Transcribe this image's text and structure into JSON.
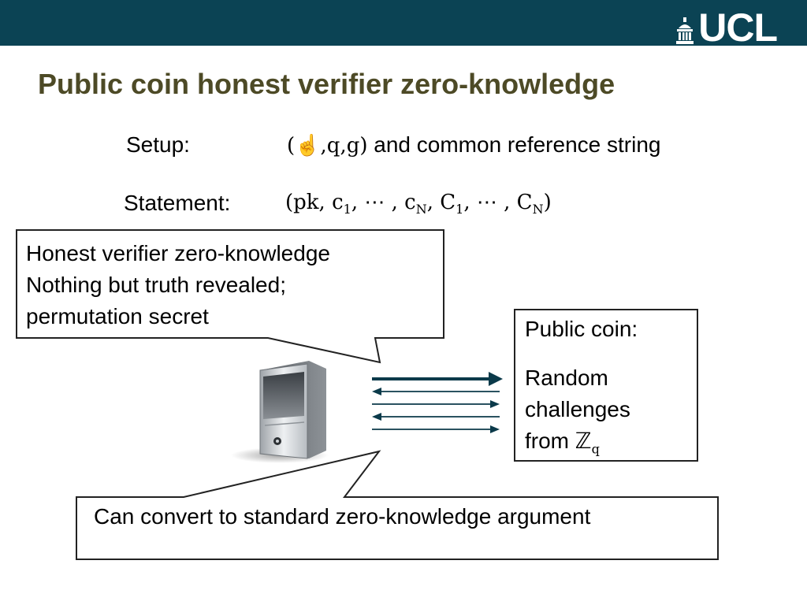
{
  "header": {
    "logo_text": "UCL",
    "logo_icon": "ucl-portico-icon"
  },
  "title": "Public coin honest verifier zero-knowledge",
  "setup": {
    "label": "Setup:",
    "math_open": "(",
    "group_symbol": "☝",
    "math_rest": ",q,g)",
    "text": " and common reference string"
  },
  "statement": {
    "label": "Statement:",
    "pk": "(pk, c",
    "sub1": "1",
    "mid1": ", ⋯ , c",
    "subN": "N",
    "mid2": ", C",
    "sub1b": "1",
    "mid3": ", ⋯ , C",
    "subNb": "N",
    "close": ")"
  },
  "hvzk_callout": {
    "line1": "Honest verifier zero-knowledge",
    "line2": "Nothing but truth revealed;",
    "line3": "permutation secret"
  },
  "public_coin": {
    "title": "Public coin:",
    "line1": "Random",
    "line2": "challenges",
    "line3_text": "from ",
    "line3_symbol": "ℤ",
    "line3_sub": "q"
  },
  "convert_callout": {
    "text": "Can convert to standard zero-knowledge argument"
  },
  "colors": {
    "header_bg": "#0b4354",
    "title": "#4d4a26",
    "arrows": "#0b3a4a"
  },
  "icons": [
    "server-computer-icon",
    "ucl-portico-icon"
  ]
}
